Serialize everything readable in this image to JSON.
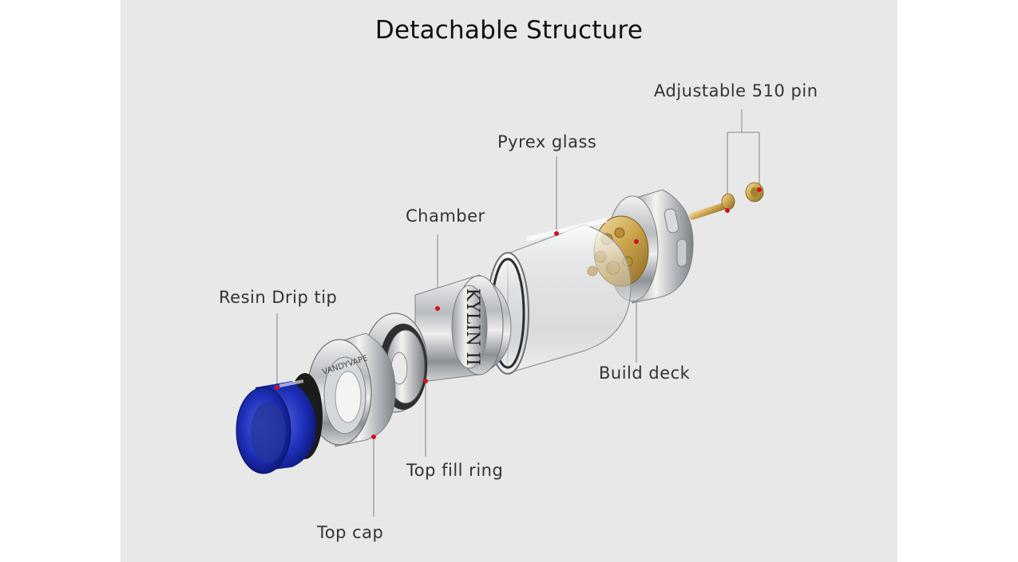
{
  "title": "Detachable Structure",
  "labels": {
    "adjustable_pin": "Adjustable  510 pin",
    "pyrex_glass": "Pyrex glass",
    "chamber": "Chamber",
    "resin_drip_tip": "Resin Drip tip",
    "build_deck": "Build deck",
    "top_fill_ring": "Top fill ring",
    "top_cap": "Top cap"
  },
  "engravings": {
    "chamber_logo": "KYLIN II",
    "top_cap_text": "VANDYVAPE"
  },
  "colors": {
    "background": "#e8e8e8",
    "leader_line": "#9a9a9a",
    "marker_dot": "#d0121b",
    "drip_tip": "#1d2fb8",
    "deck_gold": "#c9a24a"
  }
}
